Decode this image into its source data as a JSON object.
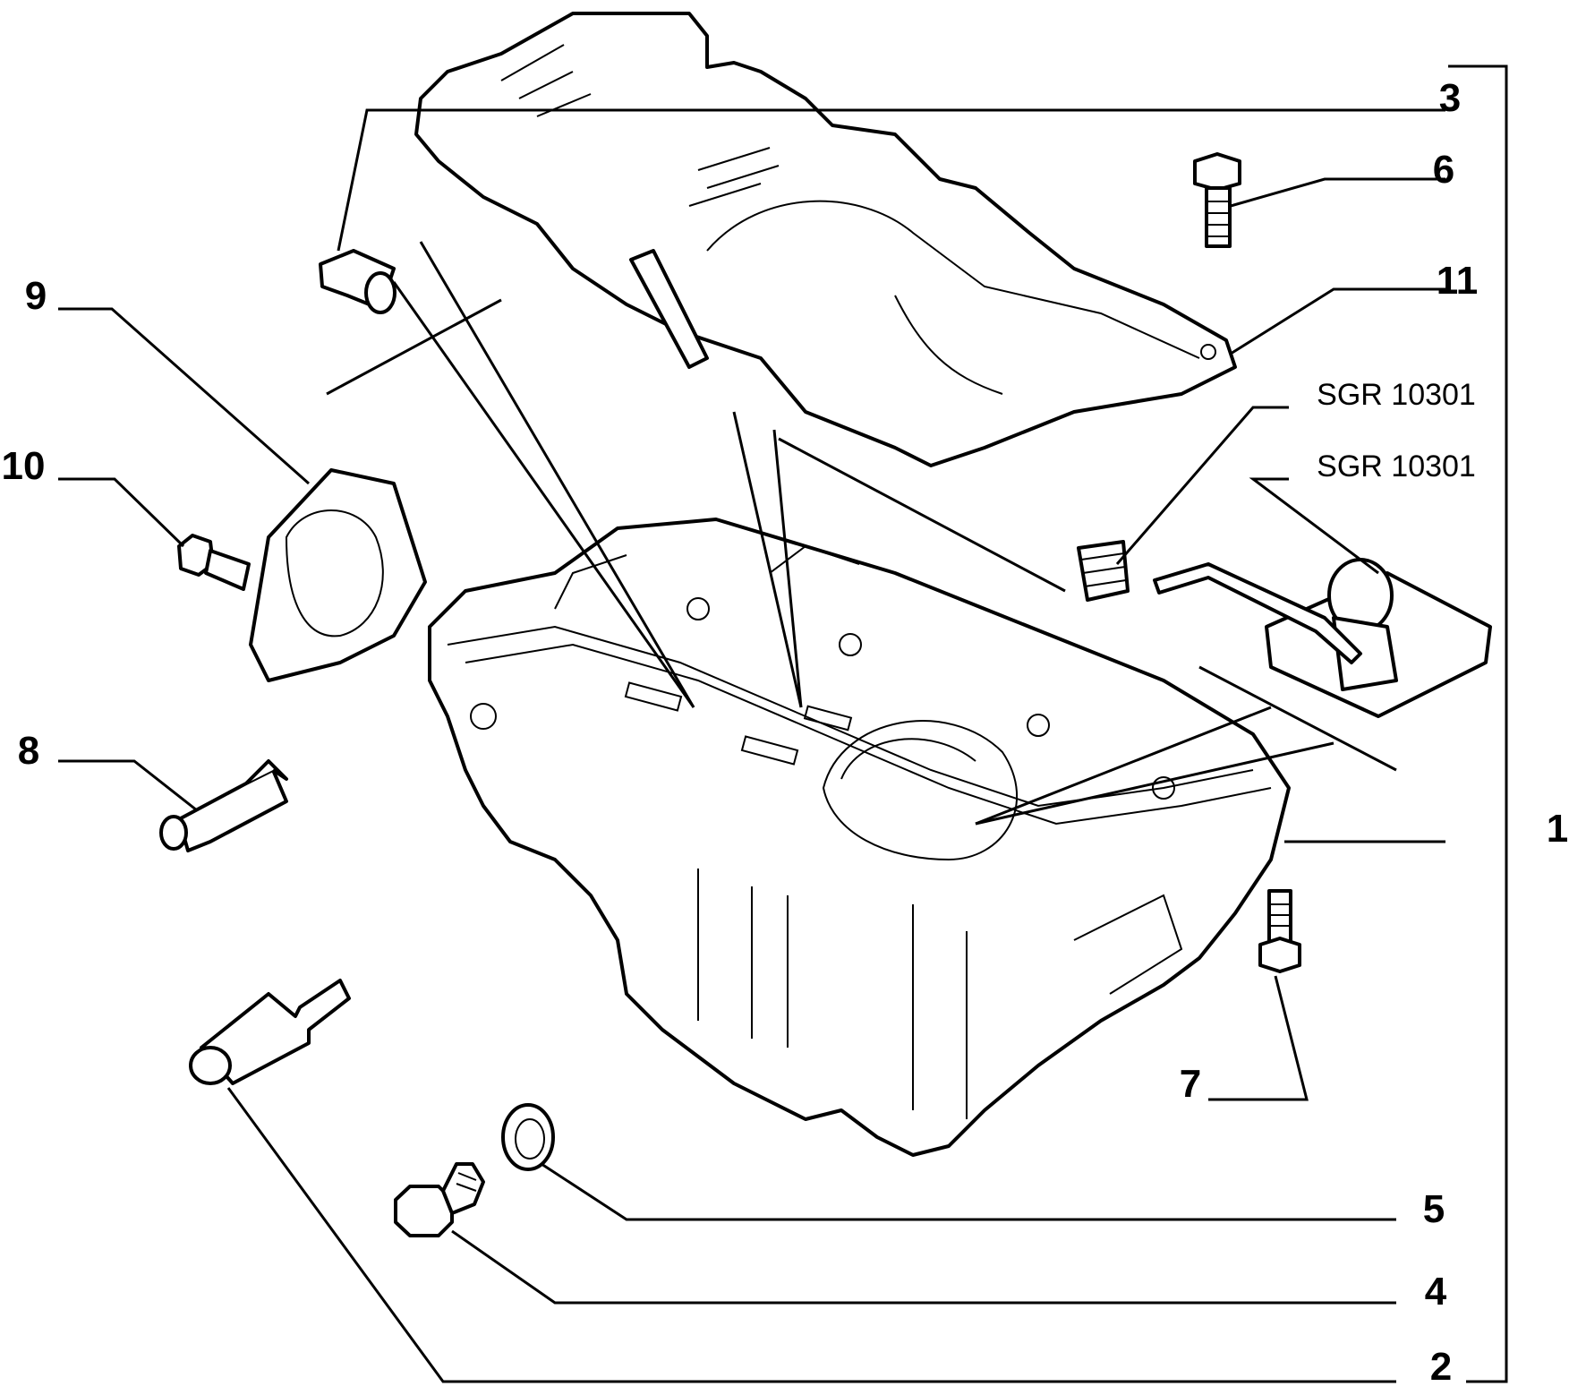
{
  "labels": {
    "p1": "1",
    "p2": "2",
    "p3": "3",
    "p4": "4",
    "p5": "5",
    "p6": "6",
    "p7": "7",
    "p8": "8",
    "p9": "9",
    "p10": "10",
    "p11": "11",
    "code_a": "SGR 10301",
    "code_b": "SGR 10301"
  }
}
